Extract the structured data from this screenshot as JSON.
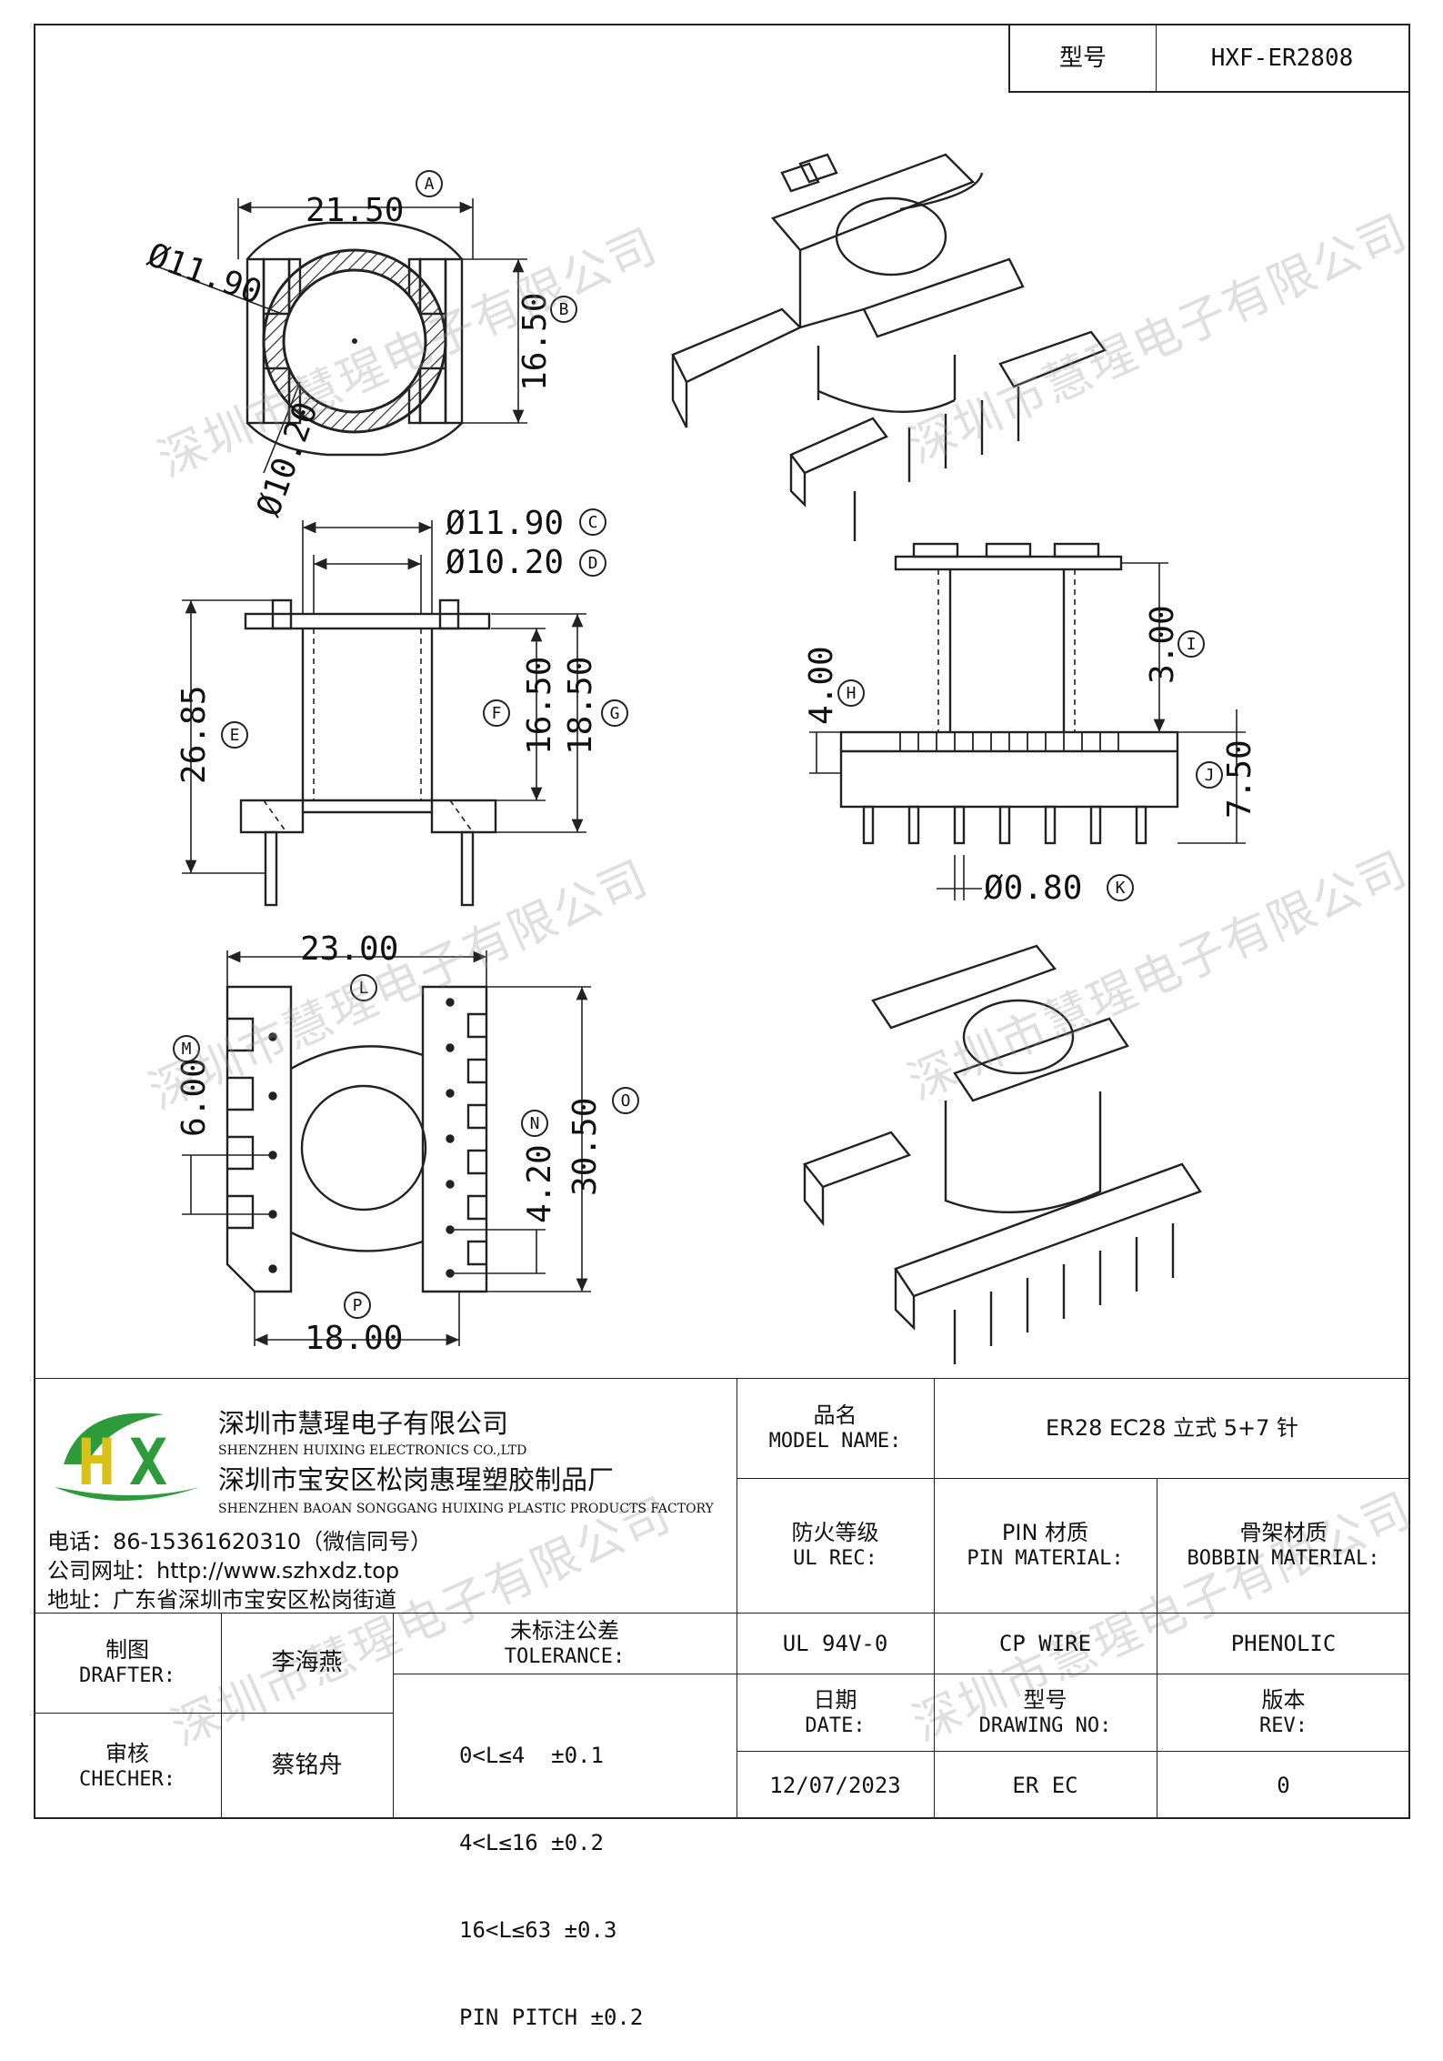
{
  "model_box": {
    "label": "型号",
    "value": "HXF-ER2808"
  },
  "dims": {
    "A": "21.50",
    "B": "16.50",
    "C": "Ø11.90",
    "D": "Ø10.20",
    "E": "26.85",
    "F": "16.50",
    "G": "18.50",
    "H": "4.00",
    "I": "3.00",
    "J": "7.50",
    "K": "Ø0.80",
    "L": "23.00",
    "M": "6.00",
    "N": "4.20",
    "O": "30.50",
    "P": "18.00",
    "top_outer_dia": "Ø11.90",
    "top_inner_dia": "Ø10.20"
  },
  "dim_letters": [
    "A",
    "B",
    "C",
    "D",
    "E",
    "F",
    "G",
    "H",
    "I",
    "J",
    "K",
    "L",
    "M",
    "N",
    "O",
    "P"
  ],
  "watermark": "深圳市慧瑆电子有限公司",
  "company": {
    "logo_text": "HX",
    "name_cn": "深圳市慧瑆电子有限公司",
    "name_en": "SHENZHEN HUIXING ELECTRONICS CO.,LTD",
    "factory_cn": "深圳市宝安区松岗惠瑆塑胶制品厂",
    "factory_en": "SHENZHEN BAOAN SONGGANG HUIXING PLASTIC PRODUCTS FACTORY",
    "phone": "电话：86-15361620310（微信同号）",
    "website": "公司网址：http://www.szhxdz.top",
    "address": "地址：广东省深圳市宝安区松岗街道"
  },
  "title_block": {
    "model_name_cn": "品名",
    "model_name_en": "MODEL NAME:",
    "model_name_value": "ER28 EC28 立式 5+7 针",
    "ul_cn": "防火等级",
    "ul_en": "UL REC:",
    "pin_cn": "PIN 材质",
    "pin_en": "PIN MATERIAL:",
    "bobbin_cn": "骨架材质",
    "bobbin_en": "BOBBIN MATERIAL:",
    "ul_value": "UL 94V-0",
    "pin_value": "CP WIRE",
    "bobbin_value": "PHENOLIC",
    "drafter_cn": "制图",
    "drafter_en": "DRAFTER:",
    "drafter_name": "李海燕",
    "checker_cn": "审核",
    "checker_en": "CHECHER:",
    "checker_name": "蔡铭舟",
    "tolerance_cn": "未标注公差",
    "tolerance_en": "TOLERANCE:",
    "tolerances": [
      "0<L≤4  ±0.1",
      "4<L≤16 ±0.2",
      "16<L≤63 ±0.3",
      "PIN PITCH ±0.2"
    ],
    "date_cn": "日期",
    "date_en": "DATE:",
    "date_value": "12/07/2023",
    "drawing_cn": "型号",
    "drawing_en": "DRAWING NO:",
    "drawing_value": "ER EC",
    "rev_cn": "版本",
    "rev_en": "REV:",
    "rev_value": "0"
  },
  "colors": {
    "line": "#222222",
    "logo_green": "#2e9b3a",
    "logo_yellow": "#d8c21a",
    "hatch": "#333333"
  }
}
